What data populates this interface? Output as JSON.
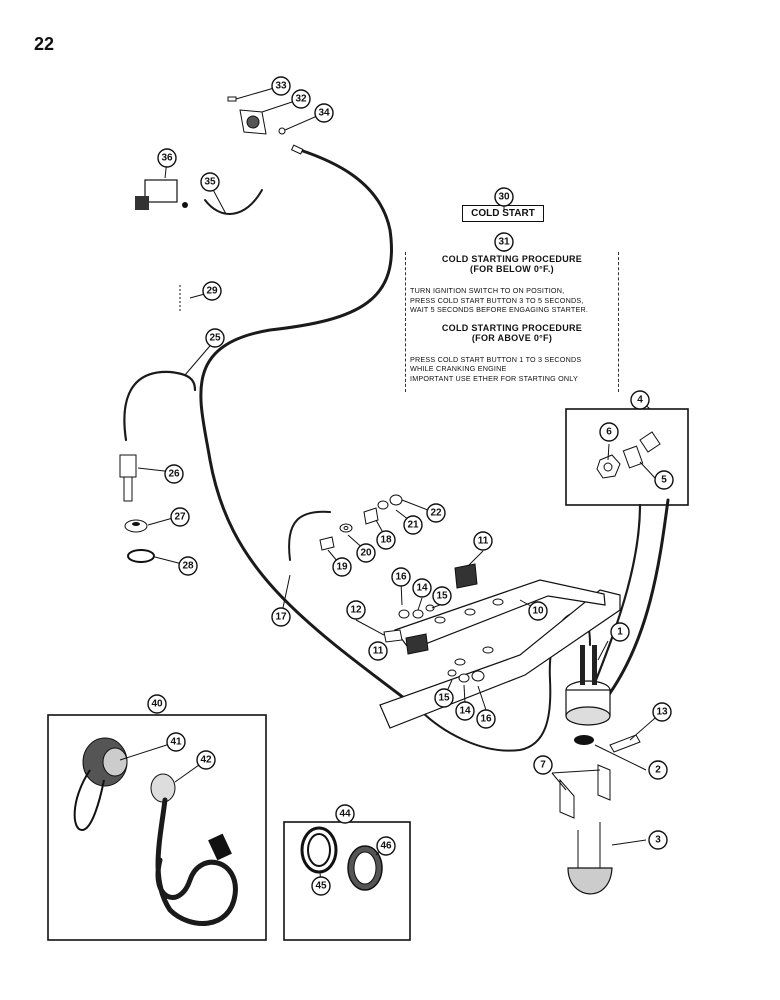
{
  "page_number": "22",
  "decal": {
    "cold_start_label": "COLD START",
    "heading_below": "COLD STARTING PROCEDURE",
    "sub_below": "(FOR BELOW 0°F.)",
    "line_b1": "TURN IGNITION SWITCH TO ON POSITION,",
    "line_b2": "PRESS COLD START BUTTON 3 TO 5 SECONDS,",
    "line_b3": "WAIT 5 SECONDS BEFORE ENGAGING STARTER.",
    "heading_above": "COLD STARTING PROCEDURE",
    "sub_above": "(FOR ABOVE 0°F)",
    "line_a1": "PRESS COLD START BUTTON 1 TO 3 SECONDS",
    "line_a2": "WHILE CRANKING ENGINE",
    "line_a3": "IMPORTANT USE ETHER FOR STARTING ONLY"
  },
  "callouts": [
    "1",
    "2",
    "3",
    "4",
    "5",
    "6",
    "7",
    "10",
    "11",
    "11",
    "12",
    "13",
    "14",
    "14",
    "15",
    "15",
    "16",
    "16",
    "17",
    "18",
    "19",
    "20",
    "21",
    "22",
    "25",
    "26",
    "27",
    "28",
    "29",
    "30",
    "31",
    "32",
    "33",
    "34",
    "35",
    "36",
    "40",
    "41",
    "42",
    "44",
    "45",
    "46"
  ]
}
